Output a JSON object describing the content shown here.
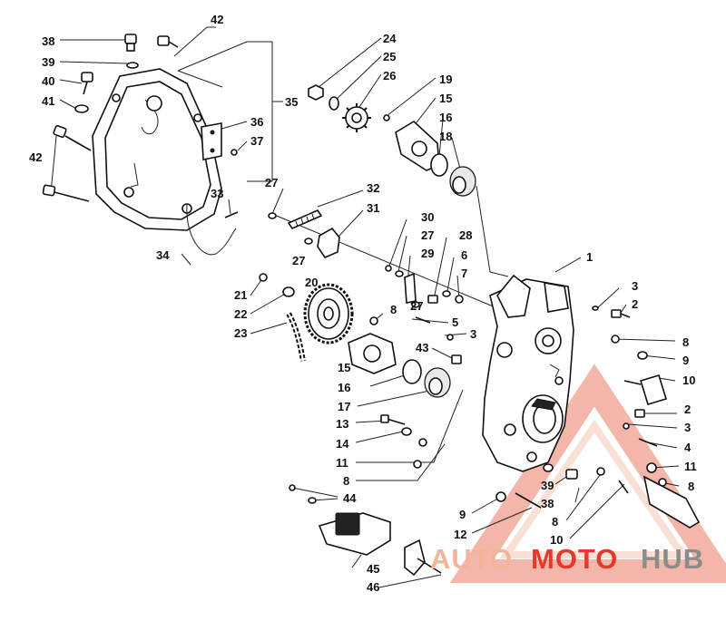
{
  "callouts": [
    {
      "id": "c42a",
      "text": "42"
    },
    {
      "id": "c38a",
      "text": "38"
    },
    {
      "id": "c39a",
      "text": "39"
    },
    {
      "id": "c40",
      "text": "40"
    },
    {
      "id": "c41",
      "text": "41"
    },
    {
      "id": "c42b",
      "text": "42"
    },
    {
      "id": "c35",
      "text": "35"
    },
    {
      "id": "c36",
      "text": "36"
    },
    {
      "id": "c37",
      "text": "37"
    },
    {
      "id": "c24",
      "text": "24"
    },
    {
      "id": "c25",
      "text": "25"
    },
    {
      "id": "c26",
      "text": "26"
    },
    {
      "id": "c19",
      "text": "19"
    },
    {
      "id": "c15a",
      "text": "15"
    },
    {
      "id": "c16a",
      "text": "16"
    },
    {
      "id": "c18",
      "text": "18"
    },
    {
      "id": "c27a",
      "text": "27"
    },
    {
      "id": "c32",
      "text": "32"
    },
    {
      "id": "c33",
      "text": "33"
    },
    {
      "id": "c31",
      "text": "31"
    },
    {
      "id": "c34",
      "text": "34"
    },
    {
      "id": "c30",
      "text": "30"
    },
    {
      "id": "c27b",
      "text": "27"
    },
    {
      "id": "c28",
      "text": "28"
    },
    {
      "id": "c29",
      "text": "29"
    },
    {
      "id": "c6",
      "text": "6"
    },
    {
      "id": "c7",
      "text": "7"
    },
    {
      "id": "c27c",
      "text": "27"
    },
    {
      "id": "c27d",
      "text": "27"
    },
    {
      "id": "c1",
      "text": "1"
    },
    {
      "id": "c3a",
      "text": "3"
    },
    {
      "id": "c2a",
      "text": "2"
    },
    {
      "id": "c21",
      "text": "21"
    },
    {
      "id": "c20",
      "text": "20"
    },
    {
      "id": "c22",
      "text": "22"
    },
    {
      "id": "c8a",
      "text": "8"
    },
    {
      "id": "c5",
      "text": "5"
    },
    {
      "id": "c23",
      "text": "23"
    },
    {
      "id": "c3b",
      "text": "3"
    },
    {
      "id": "c43",
      "text": "43"
    },
    {
      "id": "c8b",
      "text": "8"
    },
    {
      "id": "c9a",
      "text": "9"
    },
    {
      "id": "c10a",
      "text": "10"
    },
    {
      "id": "c15b",
      "text": "15"
    },
    {
      "id": "c16b",
      "text": "16"
    },
    {
      "id": "c17",
      "text": "17"
    },
    {
      "id": "c2b",
      "text": "2"
    },
    {
      "id": "c13",
      "text": "13"
    },
    {
      "id": "c3c",
      "text": "3"
    },
    {
      "id": "c14",
      "text": "14"
    },
    {
      "id": "c4",
      "text": "4"
    },
    {
      "id": "c11a",
      "text": "11"
    },
    {
      "id": "c11b",
      "text": "11"
    },
    {
      "id": "c8c",
      "text": "8"
    },
    {
      "id": "c8d",
      "text": "8"
    },
    {
      "id": "c44",
      "text": "44"
    },
    {
      "id": "c39b",
      "text": "39"
    },
    {
      "id": "c38b",
      "text": "38"
    },
    {
      "id": "c9b",
      "text": "9"
    },
    {
      "id": "c8e",
      "text": "8"
    },
    {
      "id": "c12",
      "text": "12"
    },
    {
      "id": "c10b",
      "text": "10"
    },
    {
      "id": "c45",
      "text": "45"
    },
    {
      "id": "c46",
      "text": "46"
    }
  ],
  "watermark": {
    "part1": "AUTO",
    "part2": "MOTO",
    "part3": "HUB",
    "color_light": "#f3b49a",
    "color_red": "#e23b2e",
    "color_gray": "#8c8c8c"
  }
}
